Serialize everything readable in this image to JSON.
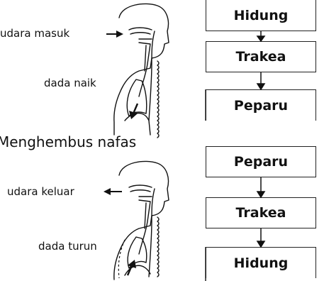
{
  "inhale": {
    "air_label": "udara masuk",
    "chest_label": "dada naik",
    "flow": [
      "Hidung",
      "Trakea",
      "Peparu"
    ]
  },
  "exhale": {
    "heading": "Menghembus nafas",
    "air_label": "udara keluar",
    "chest_label": "dada turun",
    "flow": [
      "Peparu",
      "Trakea",
      "Hidung"
    ]
  },
  "colors": {
    "ink": "#111111",
    "border": "#222222",
    "background": "#ffffff"
  }
}
